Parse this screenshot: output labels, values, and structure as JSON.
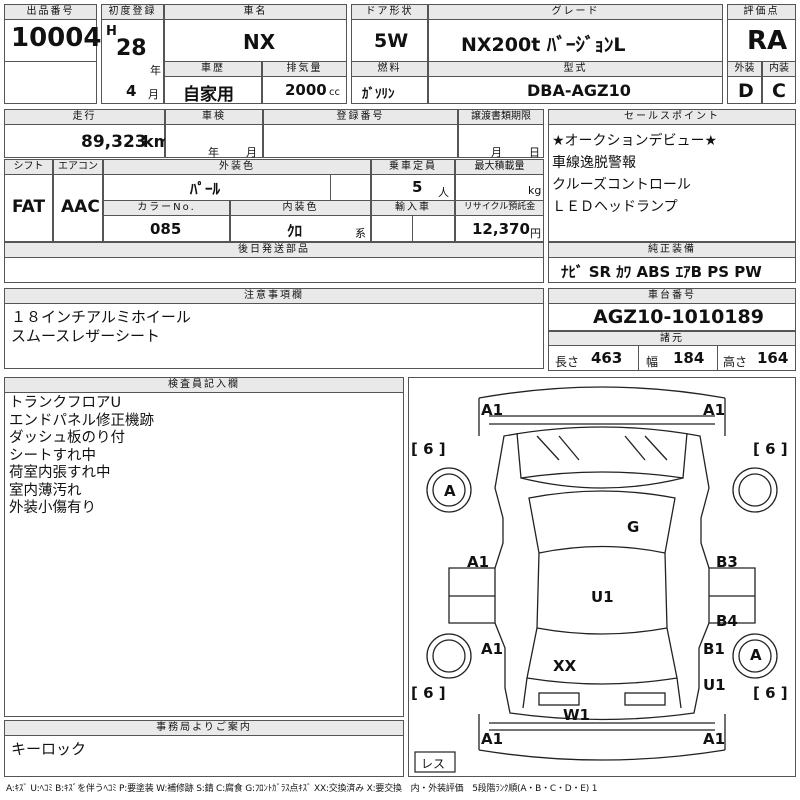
{
  "lot": {
    "label": "出品番号",
    "value": "10004"
  },
  "first_reg": {
    "label": "初度登録",
    "era": "H",
    "year": "28",
    "year_unit": "年",
    "month": "4",
    "month_unit": "月"
  },
  "car_name": {
    "label": "車名",
    "value": "NX"
  },
  "history": {
    "label": "車歴",
    "value": "自家用"
  },
  "displacement": {
    "label": "排気量",
    "value": "2000",
    "unit": "cc"
  },
  "door": {
    "label": "ドア形状",
    "value": "5W"
  },
  "fuel": {
    "label": "燃料",
    "value": "ｶﾞｿﾘﾝ"
  },
  "grade": {
    "label": "グレード",
    "value": "NX200t ﾊﾞｰｼﾞｮﾝL"
  },
  "model_code": {
    "label": "型式",
    "value": "DBA-AGZ10"
  },
  "score": {
    "label": "評価点",
    "value": "RA"
  },
  "exterior_grade": {
    "label": "外装",
    "value": "D"
  },
  "interior_grade": {
    "label": "内装",
    "value": "C"
  },
  "mileage": {
    "label": "走行",
    "value": "89,323",
    "unit": "km"
  },
  "inspection": {
    "label": "車検",
    "year_unit": "年",
    "month_unit": "月"
  },
  "reg_number": {
    "label": "登録番号"
  },
  "transfer_deadline": {
    "label": "譲渡書類期限",
    "month_unit": "月",
    "day_unit": "日"
  },
  "shift": {
    "label": "シフト",
    "value": "FAT"
  },
  "aircon": {
    "label": "エアコン",
    "value": "AAC"
  },
  "exterior_color": {
    "label": "外装色",
    "value": "ﾊﾟｰﾙ"
  },
  "capacity": {
    "label": "乗車定員",
    "value": "5",
    "unit": "人"
  },
  "max_load": {
    "label": "最大積載量",
    "unit": "kg"
  },
  "color_no": {
    "label": "カラーNo.",
    "value": "085"
  },
  "interior_color": {
    "label": "内装色",
    "value": "ｸﾛ",
    "unit": "系"
  },
  "import": {
    "label": "輸入車"
  },
  "recycle": {
    "label": "リサイクル預託金",
    "value": "12,370",
    "unit": "円"
  },
  "sales_points": {
    "label": "セールスポイント",
    "items": [
      "★オークションデビュー★",
      "車線逸脱警報",
      "クルーズコントロール",
      "ＬＥＤヘッドランプ"
    ]
  },
  "later_parts": {
    "label": "後日発送部品"
  },
  "equipment": {
    "label": "純正装備",
    "value": "ﾅﾋﾞ SR ｶﾜ ABS ｴｱB PS PW"
  },
  "caution": {
    "label": "注意事項欄",
    "items": [
      "１８インチアルミホイール",
      "スムースレザーシート"
    ]
  },
  "chassis": {
    "label": "車台番号",
    "value": "AGZ10-1010189"
  },
  "specs": {
    "label": "諸元",
    "length": {
      "label": "長さ",
      "value": "463"
    },
    "width": {
      "label": "幅",
      "value": "184"
    },
    "height": {
      "label": "高さ",
      "value": "164"
    }
  },
  "inspector": {
    "label": "検査員記入欄",
    "items": [
      "トランクフロアU",
      "エンドパネル修正機跡",
      "ダッシュ板のり付",
      "シートすれ中",
      "荷室内張すれ中",
      "室内薄汚れ",
      "外装小傷有り"
    ]
  },
  "office": {
    "label": "事務局よりご案内",
    "value": "キーロック"
  },
  "diagram": {
    "marks": {
      "a1_top_left": "A1",
      "a1_top_right": "A1",
      "tire_tl": "6",
      "tire_tr": "6",
      "tire_bl": "6",
      "tire_br": "6",
      "wheel_fl": "A",
      "wheel_rr": "A",
      "roof": "G",
      "door_left_front": "A1",
      "door_right_front": "B3",
      "center": "U1",
      "door_right_rear": "B4",
      "fender_left_rear": "A1",
      "fender_right_rear": "B1",
      "trunk": "XX",
      "rear_right": "U1",
      "bumper": "W1",
      "a1_bottom_left": "A1",
      "a1_bottom_right": "A1"
    },
    "spare": "レス"
  },
  "legend": "A:ｷｽﾞ U:ﾍｺﾐ B:ｷｽﾞを伴うﾍｺﾐ P:要塗装 W:補修跡 S:錆 C:腐食 G:ﾌﾛﾝﾄｶﾞﾗｽ点ｷｽﾞ XX:交換済み X:要交換　内・外装評価　5段階ﾗﾝｸ順(A・B・C・D・E) 1"
}
